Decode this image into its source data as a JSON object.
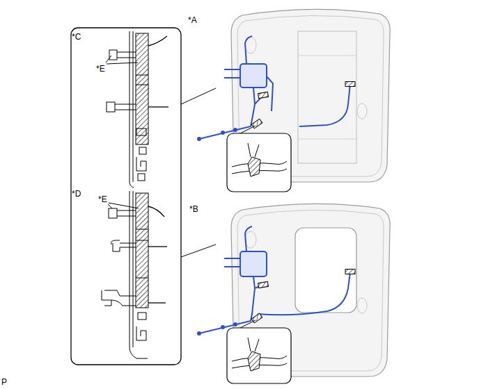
{
  "diagram": {
    "labels": [
      "*C",
      "*A",
      "*E",
      "*D",
      "*E",
      "*B",
      "P"
    ]
  }
}
